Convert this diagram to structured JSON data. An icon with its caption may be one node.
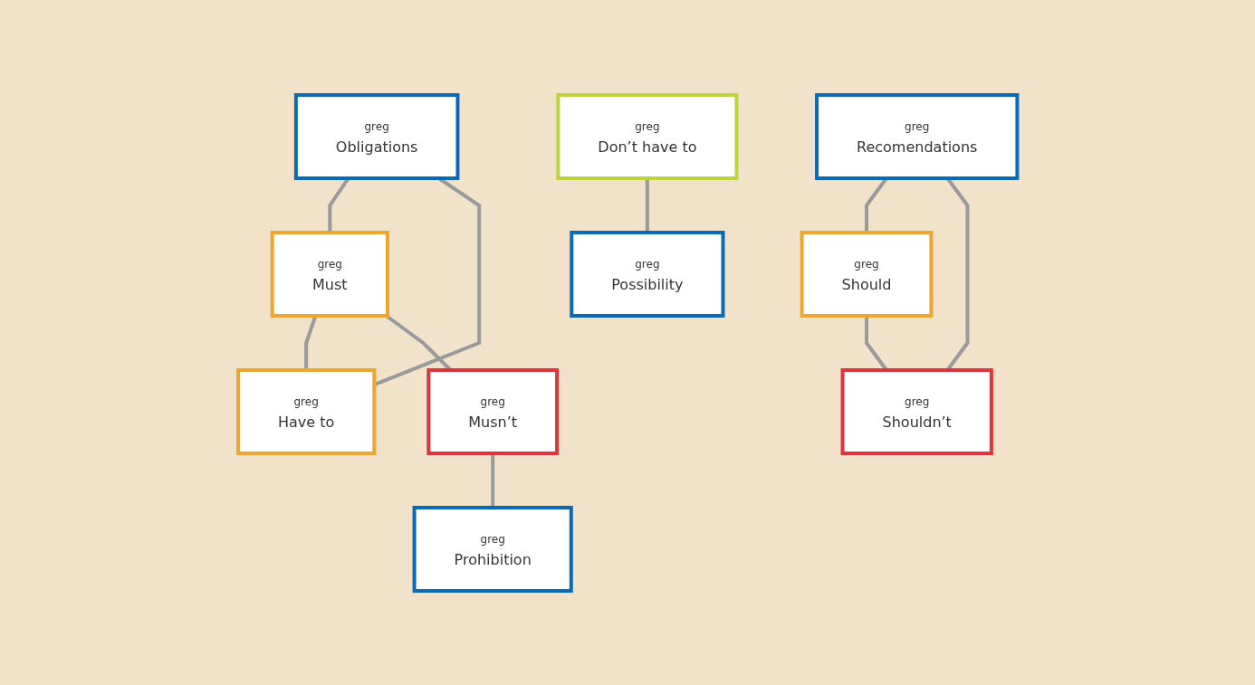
{
  "diagram": {
    "nodes": [
      {
        "text": [
          "greg",
          "Obligations"
        ]
      },
      {
        "text": [
          "greg",
          "Recomendations"
        ]
      },
      {
        "text": [
          "greg",
          "Should"
        ]
      },
      {
        "text": [
          "greg",
          "Must"
        ]
      },
      {
        "text": [
          "greg",
          "Have to"
        ]
      },
      {
        "text": [
          "greg",
          "Shouldn’t"
        ]
      },
      {
        "text": [
          "greg",
          "Musn’t"
        ]
      },
      {
        "text": [
          "greg",
          "Don’t have to"
        ]
      },
      {
        "text": [
          "greg",
          "Prohibition"
        ]
      },
      {
        "text": [
          "greg",
          "Possibility"
        ]
      }
    ],
    "edges": [
      {
        "from": 0,
        "to": 3,
        "arrow": "none"
      },
      {
        "from": 0,
        "to": 4,
        "arrow": "none"
      },
      {
        "from": 3,
        "to": 4,
        "arrow": "none"
      },
      {
        "from": 1,
        "to": 2,
        "arrow": "none"
      },
      {
        "from": 1,
        "to": 5,
        "arrow": "none"
      },
      {
        "from": 2,
        "to": 5,
        "arrow": "none"
      },
      {
        "from": 3,
        "to": 6,
        "arrow": "none"
      },
      {
        "from": 6,
        "to": 8,
        "arrow": "none"
      },
      {
        "from": 7,
        "to": 9,
        "arrow": "none"
      }
    ]
  }
}
